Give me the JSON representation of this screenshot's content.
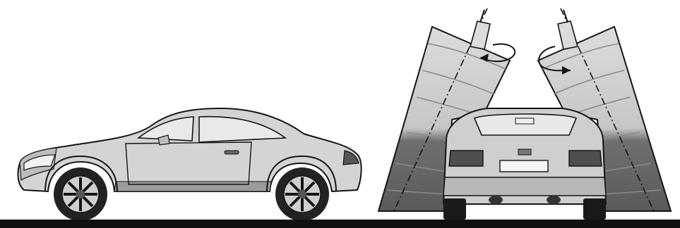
{
  "figure": {
    "left_view": "side",
    "right_view": "rear",
    "beam_sections": 6
  },
  "colors": {
    "background": "#ffffff",
    "ground": "#111111",
    "outline": "#151515",
    "body_light": "#d6d6d6",
    "body_mid": "#a9a9a9",
    "body_dark": "#4a4a4a",
    "beam_light": "#e2e2e2",
    "beam_mid": "#c2c2c2",
    "beam_dark": "#6e6e6e"
  }
}
